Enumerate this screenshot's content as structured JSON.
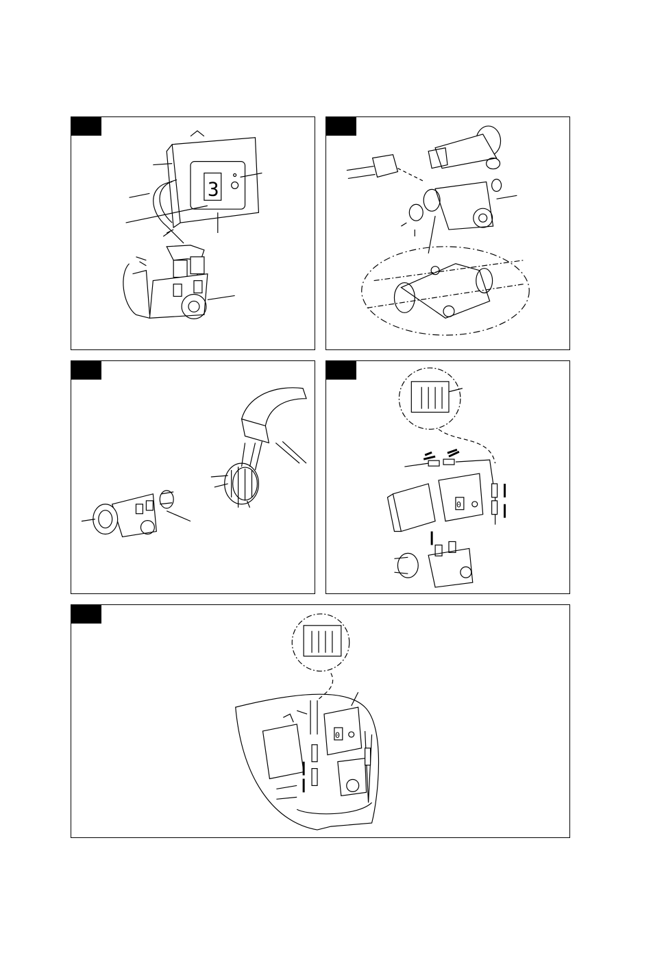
{
  "page": {
    "background": "#ffffff",
    "line_color": "#000000"
  },
  "figures": [
    {
      "id": "fig1",
      "subject": "control-box-with-display-and-solenoid-valve",
      "display_digit": "3"
    },
    {
      "id": "fig2",
      "subject": "valve-exploded-with-fittings-and-detail-oval"
    },
    {
      "id": "fig3",
      "subject": "valve-filter-insert-and-spout"
    },
    {
      "id": "fig4",
      "subject": "control-box-cable-connections-with-detail-circle",
      "display_digit": "0"
    },
    {
      "id": "fig5",
      "subject": "installation-under-basin-with-detail-circle",
      "display_digit": "0"
    }
  ]
}
